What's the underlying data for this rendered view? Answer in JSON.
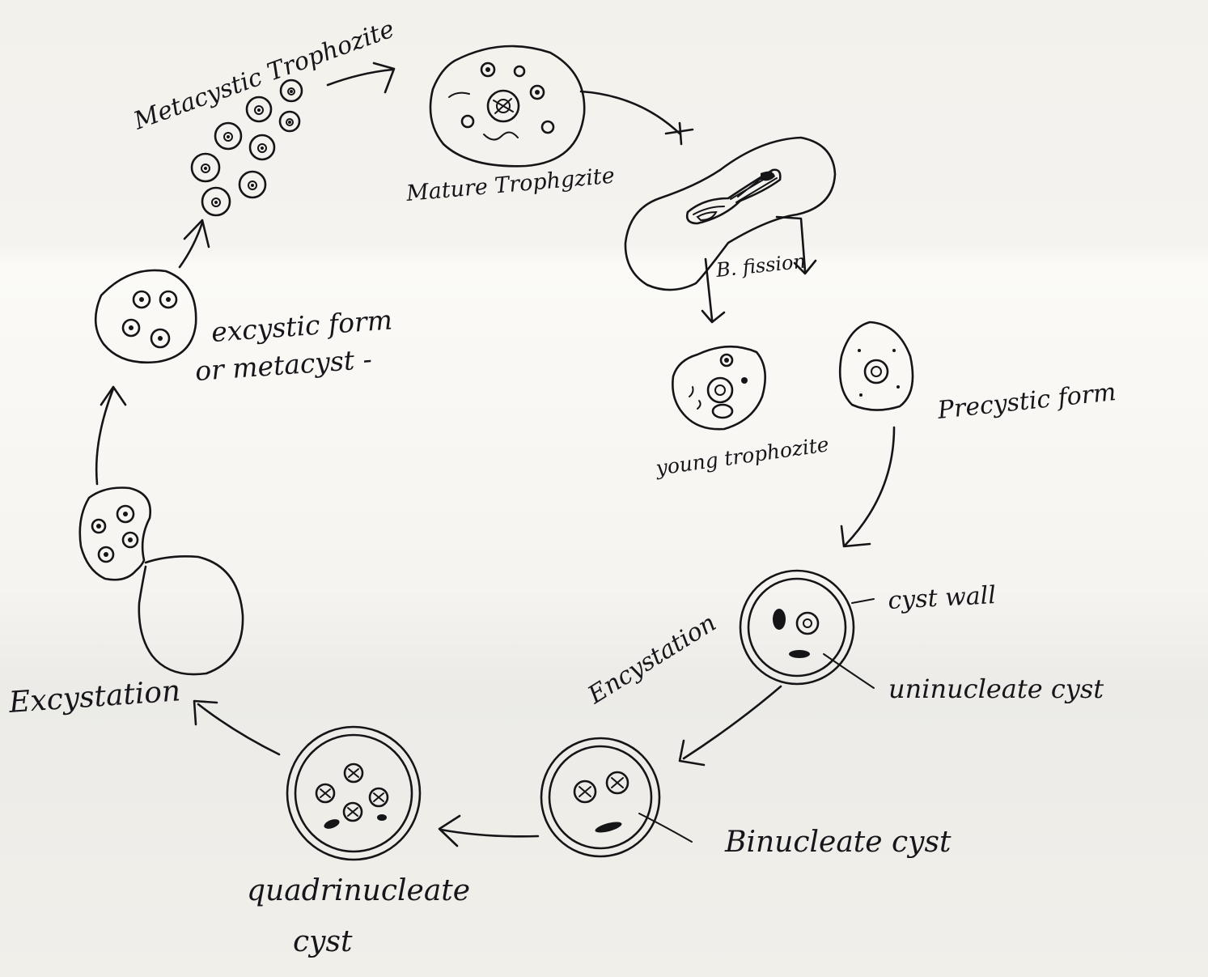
{
  "labels": {
    "metacystic_trophozoite": "Metacystic Trophozite",
    "mature_trophozoite": "Mature Trophgzite",
    "binary_fission": "B. fission",
    "young_trophozoite": "young trophozite",
    "precystic_form": "Precystic form",
    "cyst_wall": "cyst wall",
    "uninucleate_cyst": "uninucleate cyst",
    "encystation": "Encystation",
    "binucleate_cyst": "Binucleate cyst",
    "quadrinucleate_cyst_line1": "quadrinucleate",
    "quadrinucleate_cyst_line2": "cyst",
    "excystation": "Excystation",
    "excystic_form_line1": "excystic form",
    "excystic_form_line2": "or metacyst -"
  },
  "colors": {
    "ink": "#151518",
    "paper": "#f4f2ee"
  }
}
